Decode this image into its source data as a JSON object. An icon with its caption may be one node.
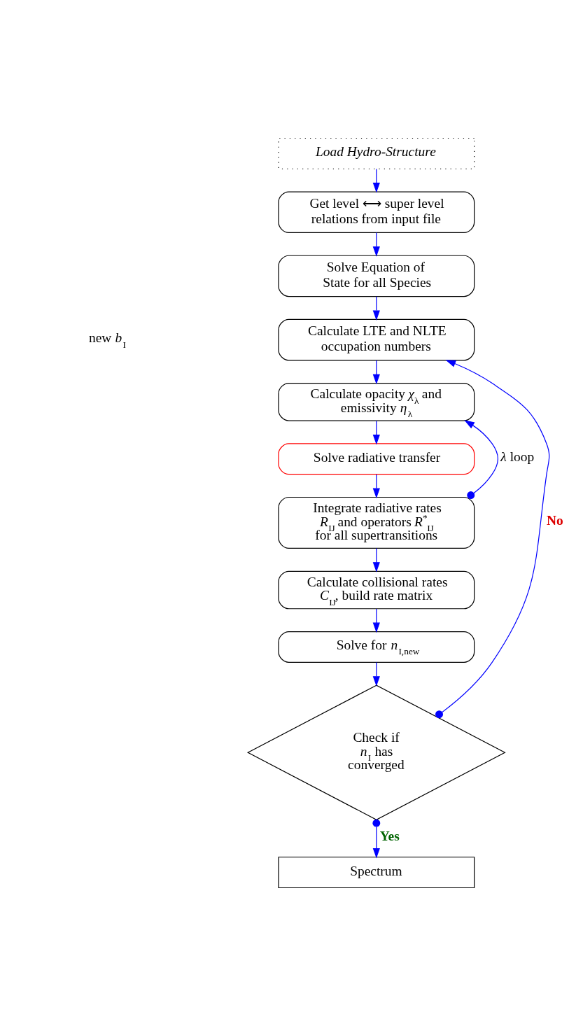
{
  "diagram": {
    "nodes": [
      {
        "text": [
          "Load Hydro-Structure"
        ]
      },
      {
        "text": [
          "Get level ⟷ super level relations from input file"
        ]
      },
      {
        "text": [
          "Solve Equation of State for all Species"
        ]
      },
      {
        "text": [
          "Calculate LTE and NLTE occupation numbers"
        ]
      },
      {
        "text": [
          "Calculate opacity *χ*$_{λ}$ and emissivity *η*$_{λ}$"
        ]
      },
      {
        "text": [
          "Solve radiative transfer"
        ]
      },
      {
        "text": [
          "Integrate radiative rates *R*$_{IJ}$ and operators *R*$^{*}$$_{IJ}$ for all supertransitions"
        ]
      },
      {
        "text": [
          "Calculate collisional rates *C*$_{IJ}$, build rate matrix"
        ]
      },
      {
        "text": [
          "Solve for *n*$_{I,new}$"
        ]
      },
      {
        "text": [
          "Check if *n*$_{I}$ has converged"
        ]
      },
      {
        "text": [
          "Spectrum"
        ]
      }
    ],
    "edges": [
      {
        "from": 0,
        "to": 1,
        "arrow": "to"
      },
      {
        "from": 1,
        "to": 2,
        "arrow": "to"
      },
      {
        "from": 2,
        "to": 3,
        "arrow": "to"
      },
      {
        "from": 3,
        "to": 4,
        "arrow": "to"
      },
      {
        "from": 4,
        "to": 5,
        "arrow": "to"
      },
      {
        "from": 5,
        "to": 6,
        "arrow": "to"
      },
      {
        "from": 6,
        "to": 7,
        "arrow": "to"
      },
      {
        "from": 7,
        "to": 8,
        "arrow": "to"
      },
      {
        "from": 8,
        "to": 9,
        "arrow": "to"
      },
      {
        "from": 9,
        "to": 3,
        "arrow": "to",
        "label": "No"
      },
      {
        "from": 6,
        "to": 4,
        "arrow": "to",
        "label": "*λ* loop"
      },
      {
        "from": 9,
        "to": 10,
        "arrow": "to",
        "label": "Yes"
      }
    ],
    "labels": [
      "new *b*$_{I}$"
    ]
  }
}
